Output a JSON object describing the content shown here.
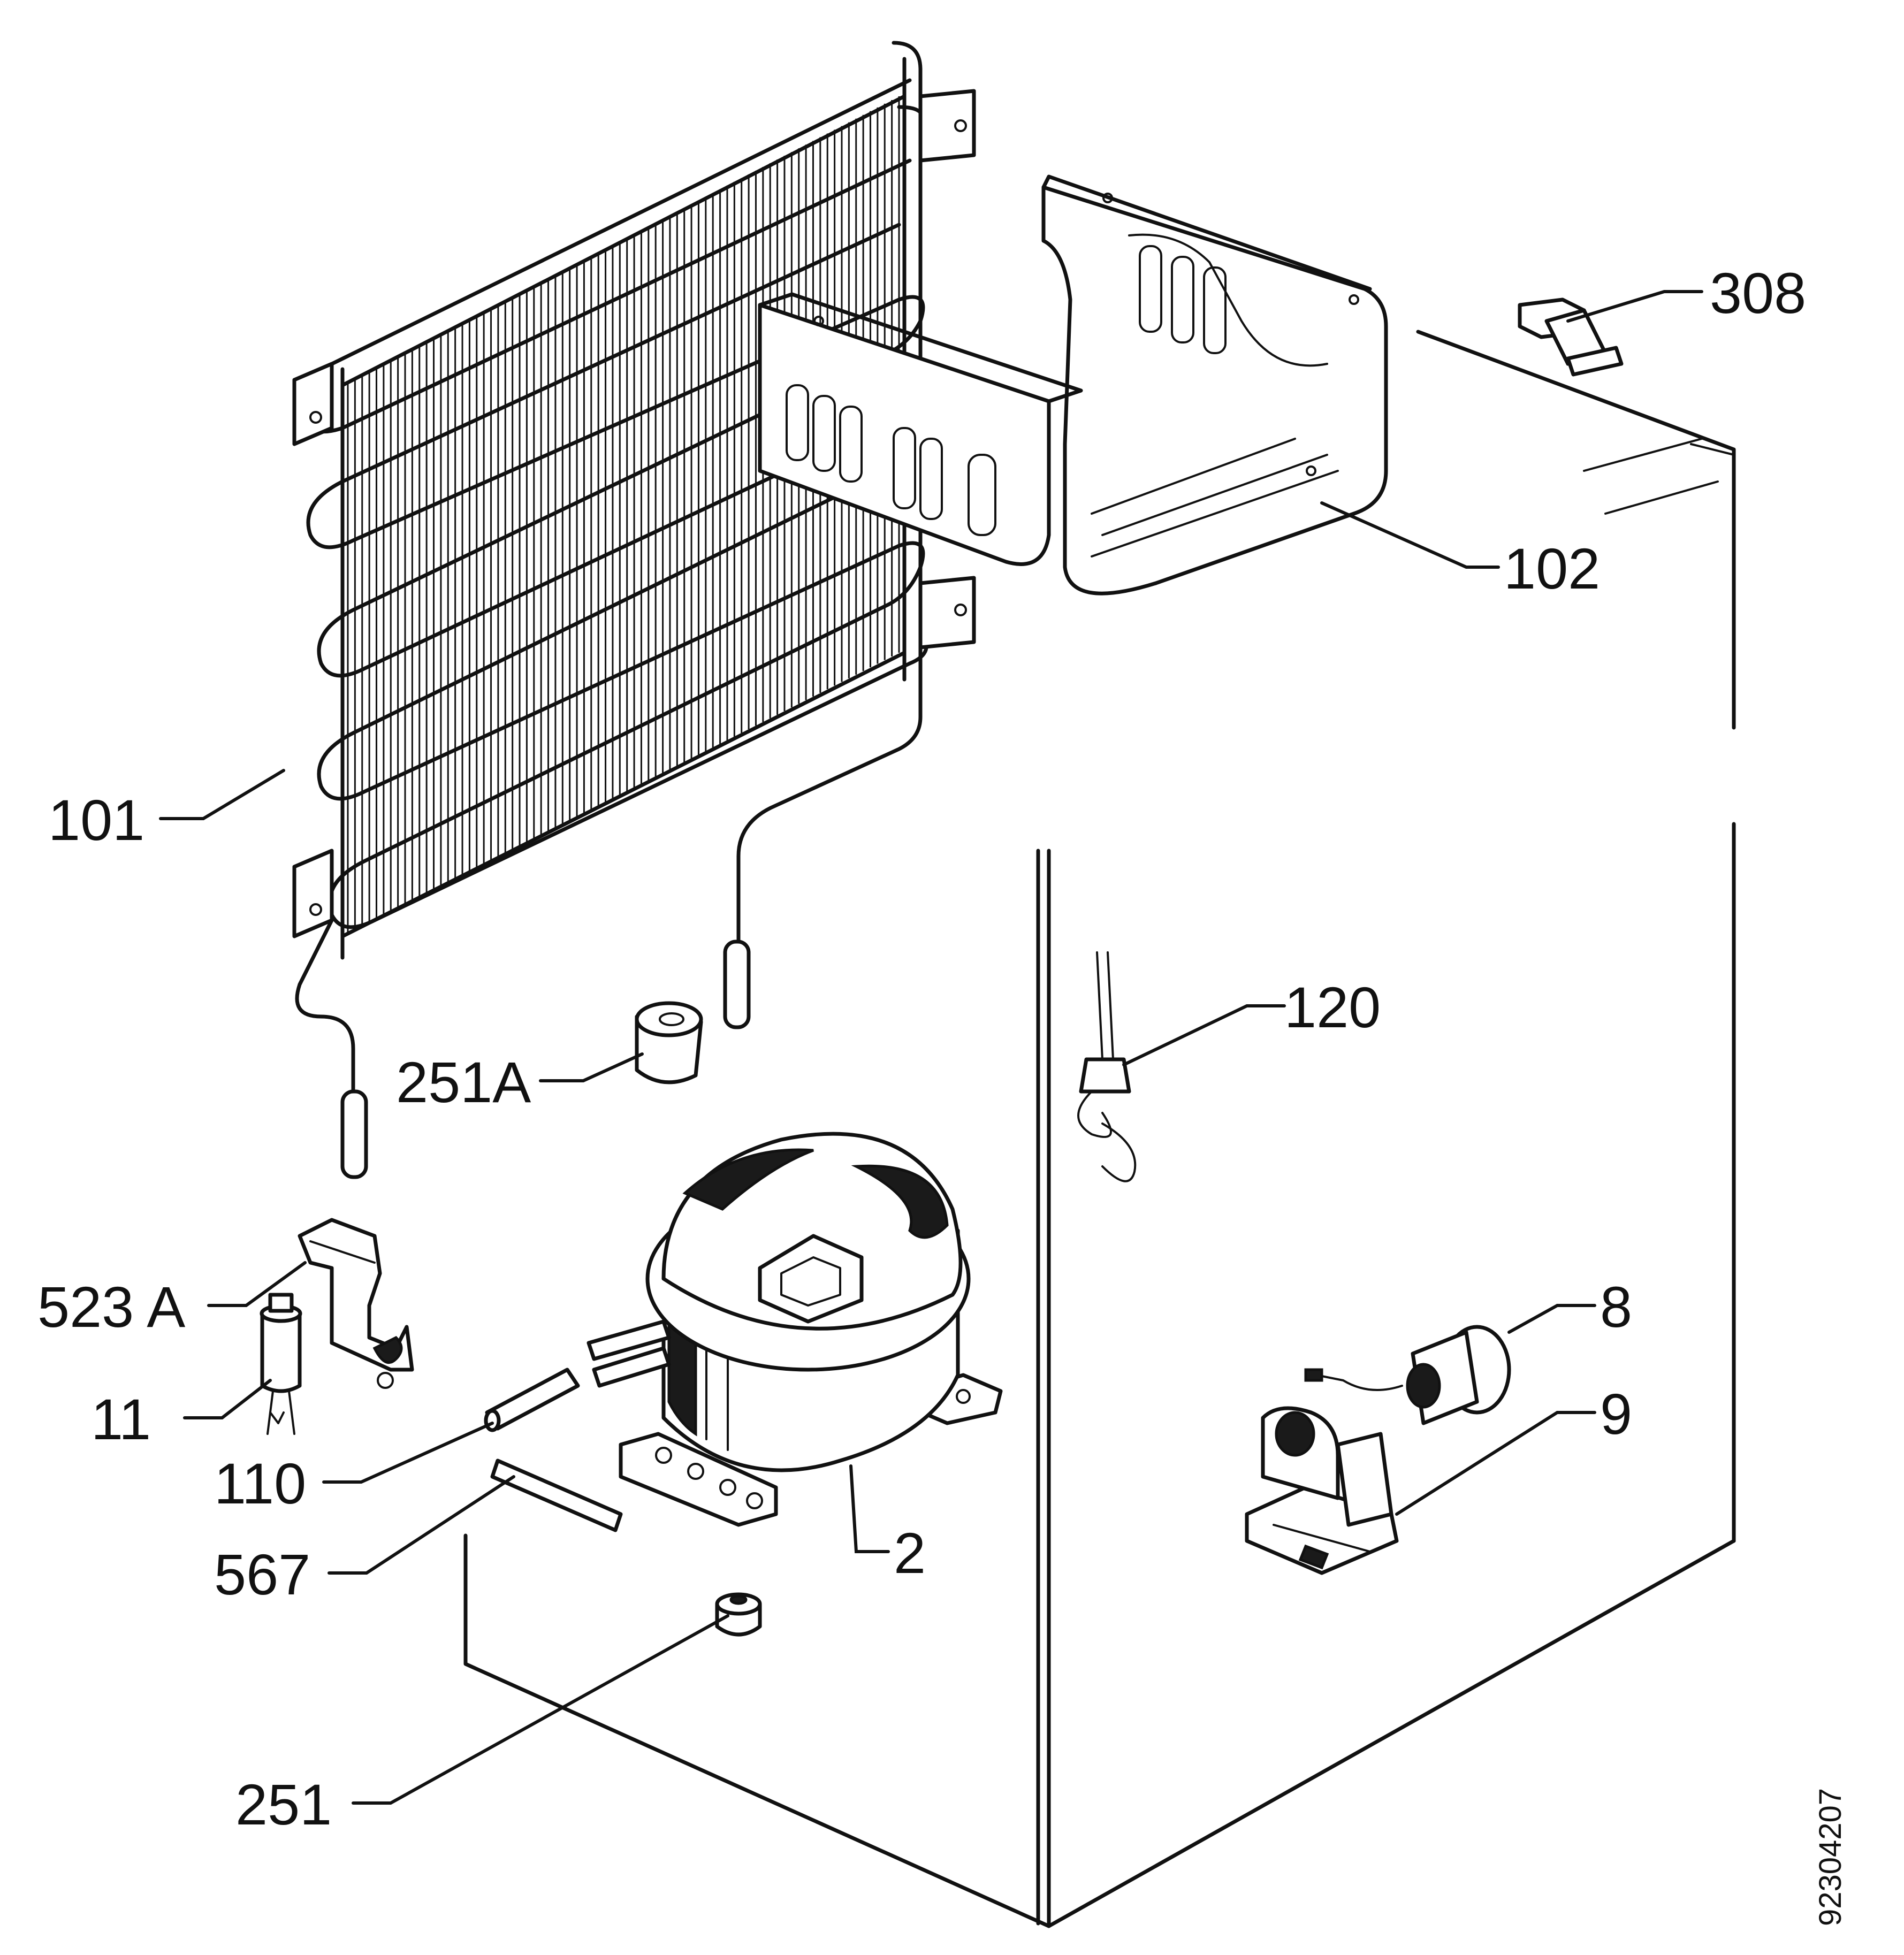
{
  "parts": [
    {
      "id": "p101",
      "label": "101"
    },
    {
      "id": "p102",
      "label": "102"
    },
    {
      "id": "p308",
      "label": "308"
    },
    {
      "id": "p120",
      "label": "120"
    },
    {
      "id": "p251A",
      "label": "251A"
    },
    {
      "id": "p523A",
      "label": "523 A"
    },
    {
      "id": "p11",
      "label": "11"
    },
    {
      "id": "p110",
      "label": "110"
    },
    {
      "id": "p567",
      "label": "567"
    },
    {
      "id": "p2",
      "label": "2"
    },
    {
      "id": "p251",
      "label": "251"
    },
    {
      "id": "p8",
      "label": "8"
    },
    {
      "id": "p9",
      "label": "9"
    }
  ],
  "drawing_number": "92304207"
}
